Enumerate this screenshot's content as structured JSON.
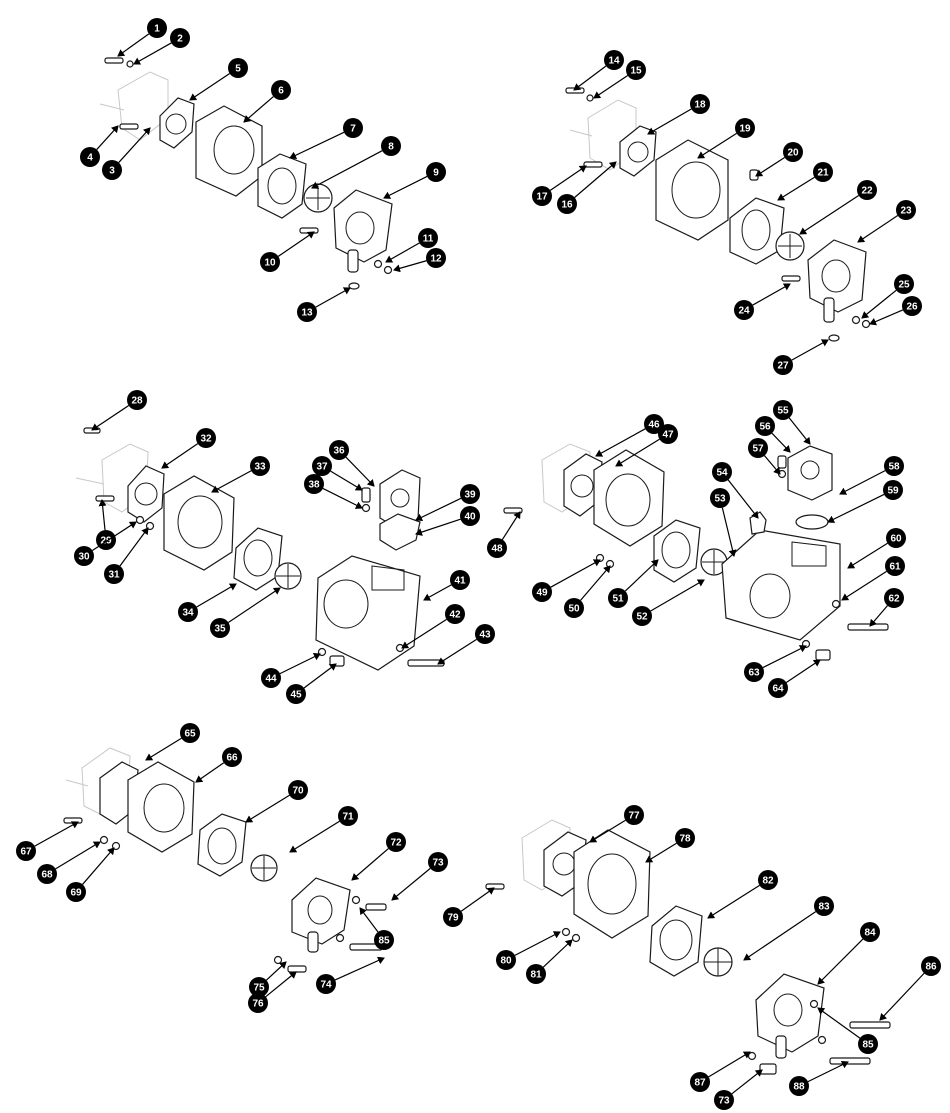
{
  "diagram": {
    "colors": {
      "ink": "#1a1a1a",
      "ghost": "#c8c8c8",
      "badge": "#000000",
      "badge_text": "#ffffff"
    },
    "callouts": [
      "1",
      "2",
      "3",
      "4",
      "5",
      "6",
      "7",
      "8",
      "9",
      "10",
      "11",
      "12",
      "13",
      "14",
      "15",
      "16",
      "17",
      "18",
      "19",
      "20",
      "21",
      "22",
      "23",
      "24",
      "25",
      "26",
      "27",
      "28",
      "29",
      "30",
      "31",
      "32",
      "33",
      "34",
      "35",
      "36",
      "37",
      "38",
      "39",
      "40",
      "41",
      "42",
      "43",
      "44",
      "45",
      "46",
      "47",
      "48",
      "49",
      "50",
      "51",
      "52",
      "53",
      "54",
      "55",
      "56",
      "57",
      "58",
      "59",
      "60",
      "61",
      "62",
      "63",
      "64",
      "65",
      "66",
      "67",
      "68",
      "69",
      "70",
      "71",
      "72",
      "73",
      "74",
      "75",
      "76",
      "77",
      "78",
      "79",
      "80",
      "81",
      "82",
      "83",
      "84",
      "85",
      "86",
      "87",
      "88",
      "73",
      "85"
    ]
  }
}
